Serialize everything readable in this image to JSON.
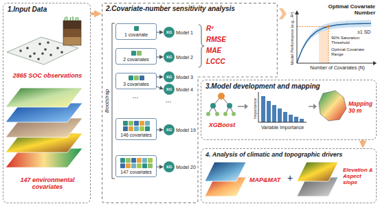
{
  "diagram": {
    "nodes": [
      {
        "text": [
          "1.Input Data",
          "2865 SOC observations",
          "147 environmental covariates"
        ]
      },
      {
        "text": [
          "2.Covariate-number sensitivity analysis"
        ]
      },
      {
        "text": [
          "1 covariate"
        ],
        "in": 1
      },
      {
        "text": [
          "2 covariates"
        ],
        "in": 1
      },
      {
        "text": [
          "3 covariates"
        ],
        "in": 1
      },
      {
        "text": [
          "146 covariates"
        ],
        "in": 1
      },
      {
        "text": [
          "147 covariates"
        ],
        "in": 1
      },
      {
        "text": [
          "Model 1",
          "XG"
        ],
        "in": 1
      },
      {
        "text": [
          "Model 2",
          "XG"
        ],
        "in": 1
      },
      {
        "text": [
          "Model 3",
          "XG"
        ],
        "in": 1
      },
      {
        "text": [
          "Model 4",
          "XG"
        ],
        "in": 1
      },
      {
        "text": [
          "Model 19",
          "XG"
        ],
        "in": 1
      },
      {
        "text": [
          "Model 20",
          "XG"
        ],
        "in": 1
      },
      {
        "text": [
          "3.Model development and mapping",
          "XGBoost",
          "Importance",
          "Variable Importance",
          "Mapping 30 m"
        ]
      },
      {
        "text": [
          "4. Analysis of climatic and topographic drivers",
          "MAP&MAT",
          "+",
          "Elevation & Aspect slope"
        ]
      }
    ],
    "edges": [
      {
        "from": 0,
        "to": 1,
        "arrow": "to"
      },
      {
        "from": 2,
        "to": 7,
        "arrow": "to"
      },
      {
        "from": 3,
        "to": 8,
        "arrow": "to"
      },
      {
        "from": 4,
        "to": 9,
        "arrow": "to"
      },
      {
        "from": 4,
        "to": 10,
        "arrow": "to"
      },
      {
        "from": 5,
        "to": 11,
        "arrow": "to"
      },
      {
        "from": 6,
        "to": 12,
        "arrow": "to"
      },
      {
        "from": 13,
        "to": 14,
        "arrow": "to"
      }
    ],
    "labels": [
      "Bootstrap",
      "...",
      "...",
      "R²",
      "RMSE",
      "MAE",
      "LCCC",
      "Optimal Covariate Number",
      "Model Performance (e.g., R²)",
      "Number of Covariates (N)",
      "±1 SD",
      "90% Saturation Threshold",
      "Optimal Covariate Range"
    ]
  }
}
